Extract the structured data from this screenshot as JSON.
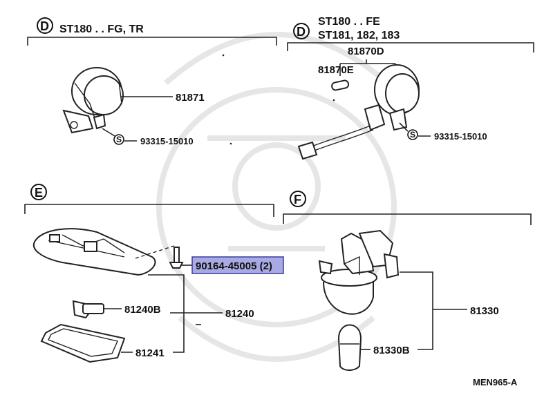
{
  "sections": {
    "d1": {
      "letter": "D",
      "models": "ST180 . . FG, TR",
      "parts": {
        "socket": "81871",
        "screw": "93315-15010",
        "screw_symbol": "S"
      }
    },
    "d2": {
      "letter": "D",
      "models_line1": "ST180 . . FE",
      "models_line2": "ST181, 182, 183",
      "parts": {
        "socket_assy": "81870D",
        "bulb": "81870E",
        "screw": "93315-15010",
        "screw_symbol": "S"
      }
    },
    "e": {
      "letter": "E",
      "parts": {
        "screw": "90164-45005 (2)",
        "bulb": "81240B",
        "assy": "81240",
        "lens": "81241"
      }
    },
    "f": {
      "letter": "F",
      "parts": {
        "assy": "81330",
        "bulb": "81330B"
      }
    }
  },
  "diagram_code": "MEN965-A",
  "colors": {
    "highlight": "#a9a9e4",
    "highlight_border": "#3a3a9e",
    "watermark": "#e6e6e6"
  }
}
